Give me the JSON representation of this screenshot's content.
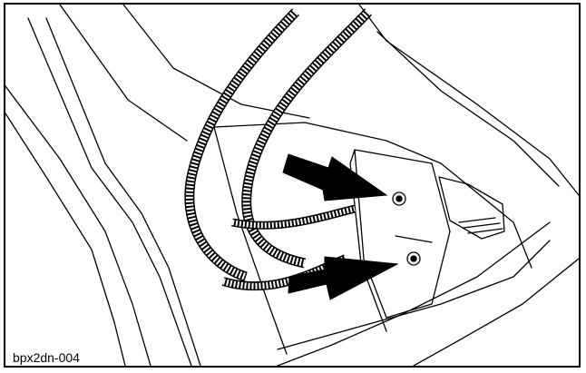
{
  "figure": {
    "caption": "bpx2dn-004",
    "colors": {
      "line": "#000000",
      "background": "#ffffff"
    },
    "callouts": [
      {
        "name": "arrow-upper-fastener"
      },
      {
        "name": "arrow-lower-fastener"
      }
    ]
  }
}
